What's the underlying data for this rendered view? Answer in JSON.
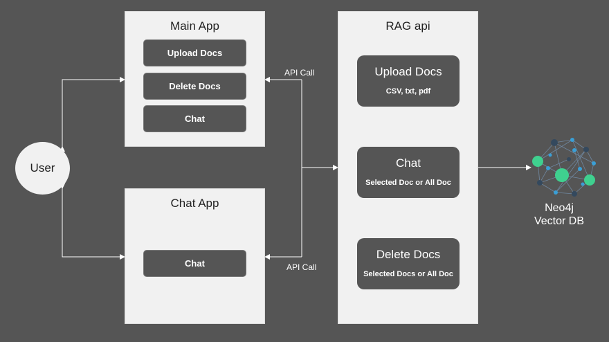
{
  "main_app": {
    "title": "Main App",
    "buttons": [
      "Upload Docs",
      "Delete Docs",
      "Chat"
    ]
  },
  "chat_app": {
    "title": "Chat App",
    "buttons": [
      "Chat"
    ]
  },
  "rag_api": {
    "title": "RAG api",
    "cards": [
      {
        "title": "Upload Docs",
        "subtitle": "CSV, txt, pdf"
      },
      {
        "title": "Chat",
        "subtitle": "Selected Doc or All Doc"
      },
      {
        "title": "Delete Docs",
        "subtitle": "Selected Docs or All Doc"
      }
    ]
  },
  "user": {
    "label": "User"
  },
  "connectors": {
    "top_label": "API Call",
    "bottom_label": "API Call"
  },
  "database": {
    "line1": "Neo4j",
    "line2": "Vector DB",
    "icon": "graph-network-icon"
  },
  "colors": {
    "background": "#555555",
    "panel": "#f1f1f1",
    "node_green": "#3fd08f",
    "node_dark": "#34495e",
    "node_blue": "#3a9fd6"
  }
}
